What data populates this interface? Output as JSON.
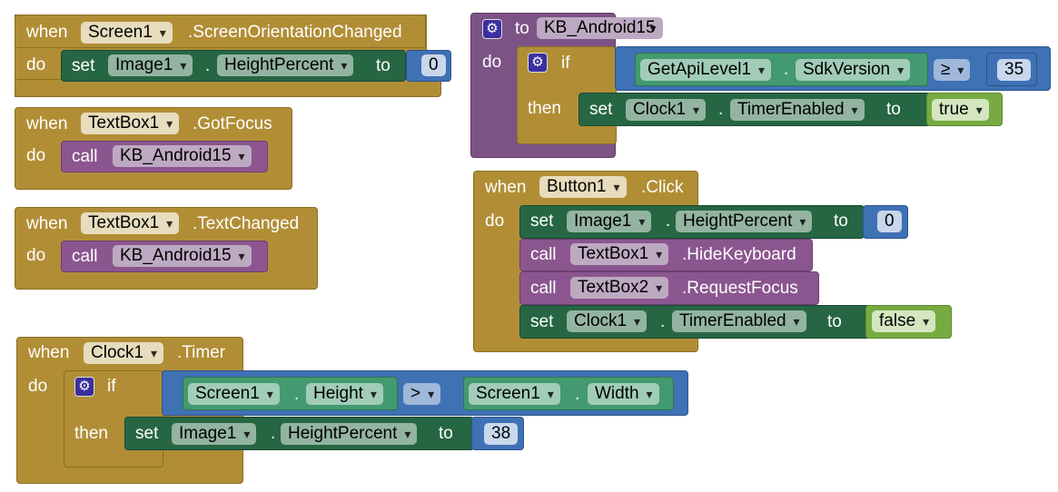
{
  "blocks": {
    "screen_orientation": {
      "when": "when",
      "component": "Screen1",
      "event": ".ScreenOrientationChanged",
      "do": "do",
      "set": "set",
      "target": "Image1",
      "dot": ".",
      "property": "HeightPercent",
      "to": "to",
      "value": "0"
    },
    "textbox1_gotfocus": {
      "when": "when",
      "component": "TextBox1",
      "event": ".GotFocus",
      "do": "do",
      "call": "call",
      "procedure": "KB_Android15"
    },
    "textbox1_textchanged": {
      "when": "when",
      "component": "TextBox1",
      "event": ".TextChanged",
      "do": "do",
      "call": "call",
      "procedure": "KB_Android15"
    },
    "clock1_timer": {
      "when": "when",
      "component": "Clock1",
      "event": ".Timer",
      "do": "do",
      "if": "if",
      "then": "then",
      "left_component": "Screen1",
      "left_property": "Height",
      "operator": ">",
      "right_component": "Screen1",
      "right_property": "Width",
      "dot": ".",
      "set": "set",
      "target": "Image1",
      "property": "HeightPercent",
      "to": "to",
      "value": "38"
    },
    "kb_android15": {
      "to": "to",
      "name": "KB_Android15",
      "do": "do",
      "if": "if",
      "then": "then",
      "left_component": "GetApiLevel1",
      "left_property": "SdkVersion",
      "dot": ".",
      "operator": "≥",
      "compare_value": "35",
      "set": "set",
      "target": "Clock1",
      "property": "TimerEnabled",
      "to_kw": "to",
      "value": "true"
    },
    "button1_click": {
      "when": "when",
      "component": "Button1",
      "event": ".Click",
      "do": "do",
      "dot": ".",
      "set1": "set",
      "set1_target": "Image1",
      "set1_property": "HeightPercent",
      "set1_to": "to",
      "set1_value": "0",
      "call1": "call",
      "call1_target": "TextBox1",
      "call1_method": ".HideKeyboard",
      "call2": "call",
      "call2_target": "TextBox2",
      "call2_method": ".RequestFocus",
      "set2": "set",
      "set2_target": "Clock1",
      "set2_property": "TimerEnabled",
      "set2_to": "to",
      "set2_value": "false"
    }
  },
  "colors": {
    "event": "#b18e35",
    "procedure": "#7c5385",
    "setter": "#266643",
    "getter": "#439970",
    "math": "#3f71b5",
    "logic": "#77ab41",
    "call": "#8b568f"
  }
}
